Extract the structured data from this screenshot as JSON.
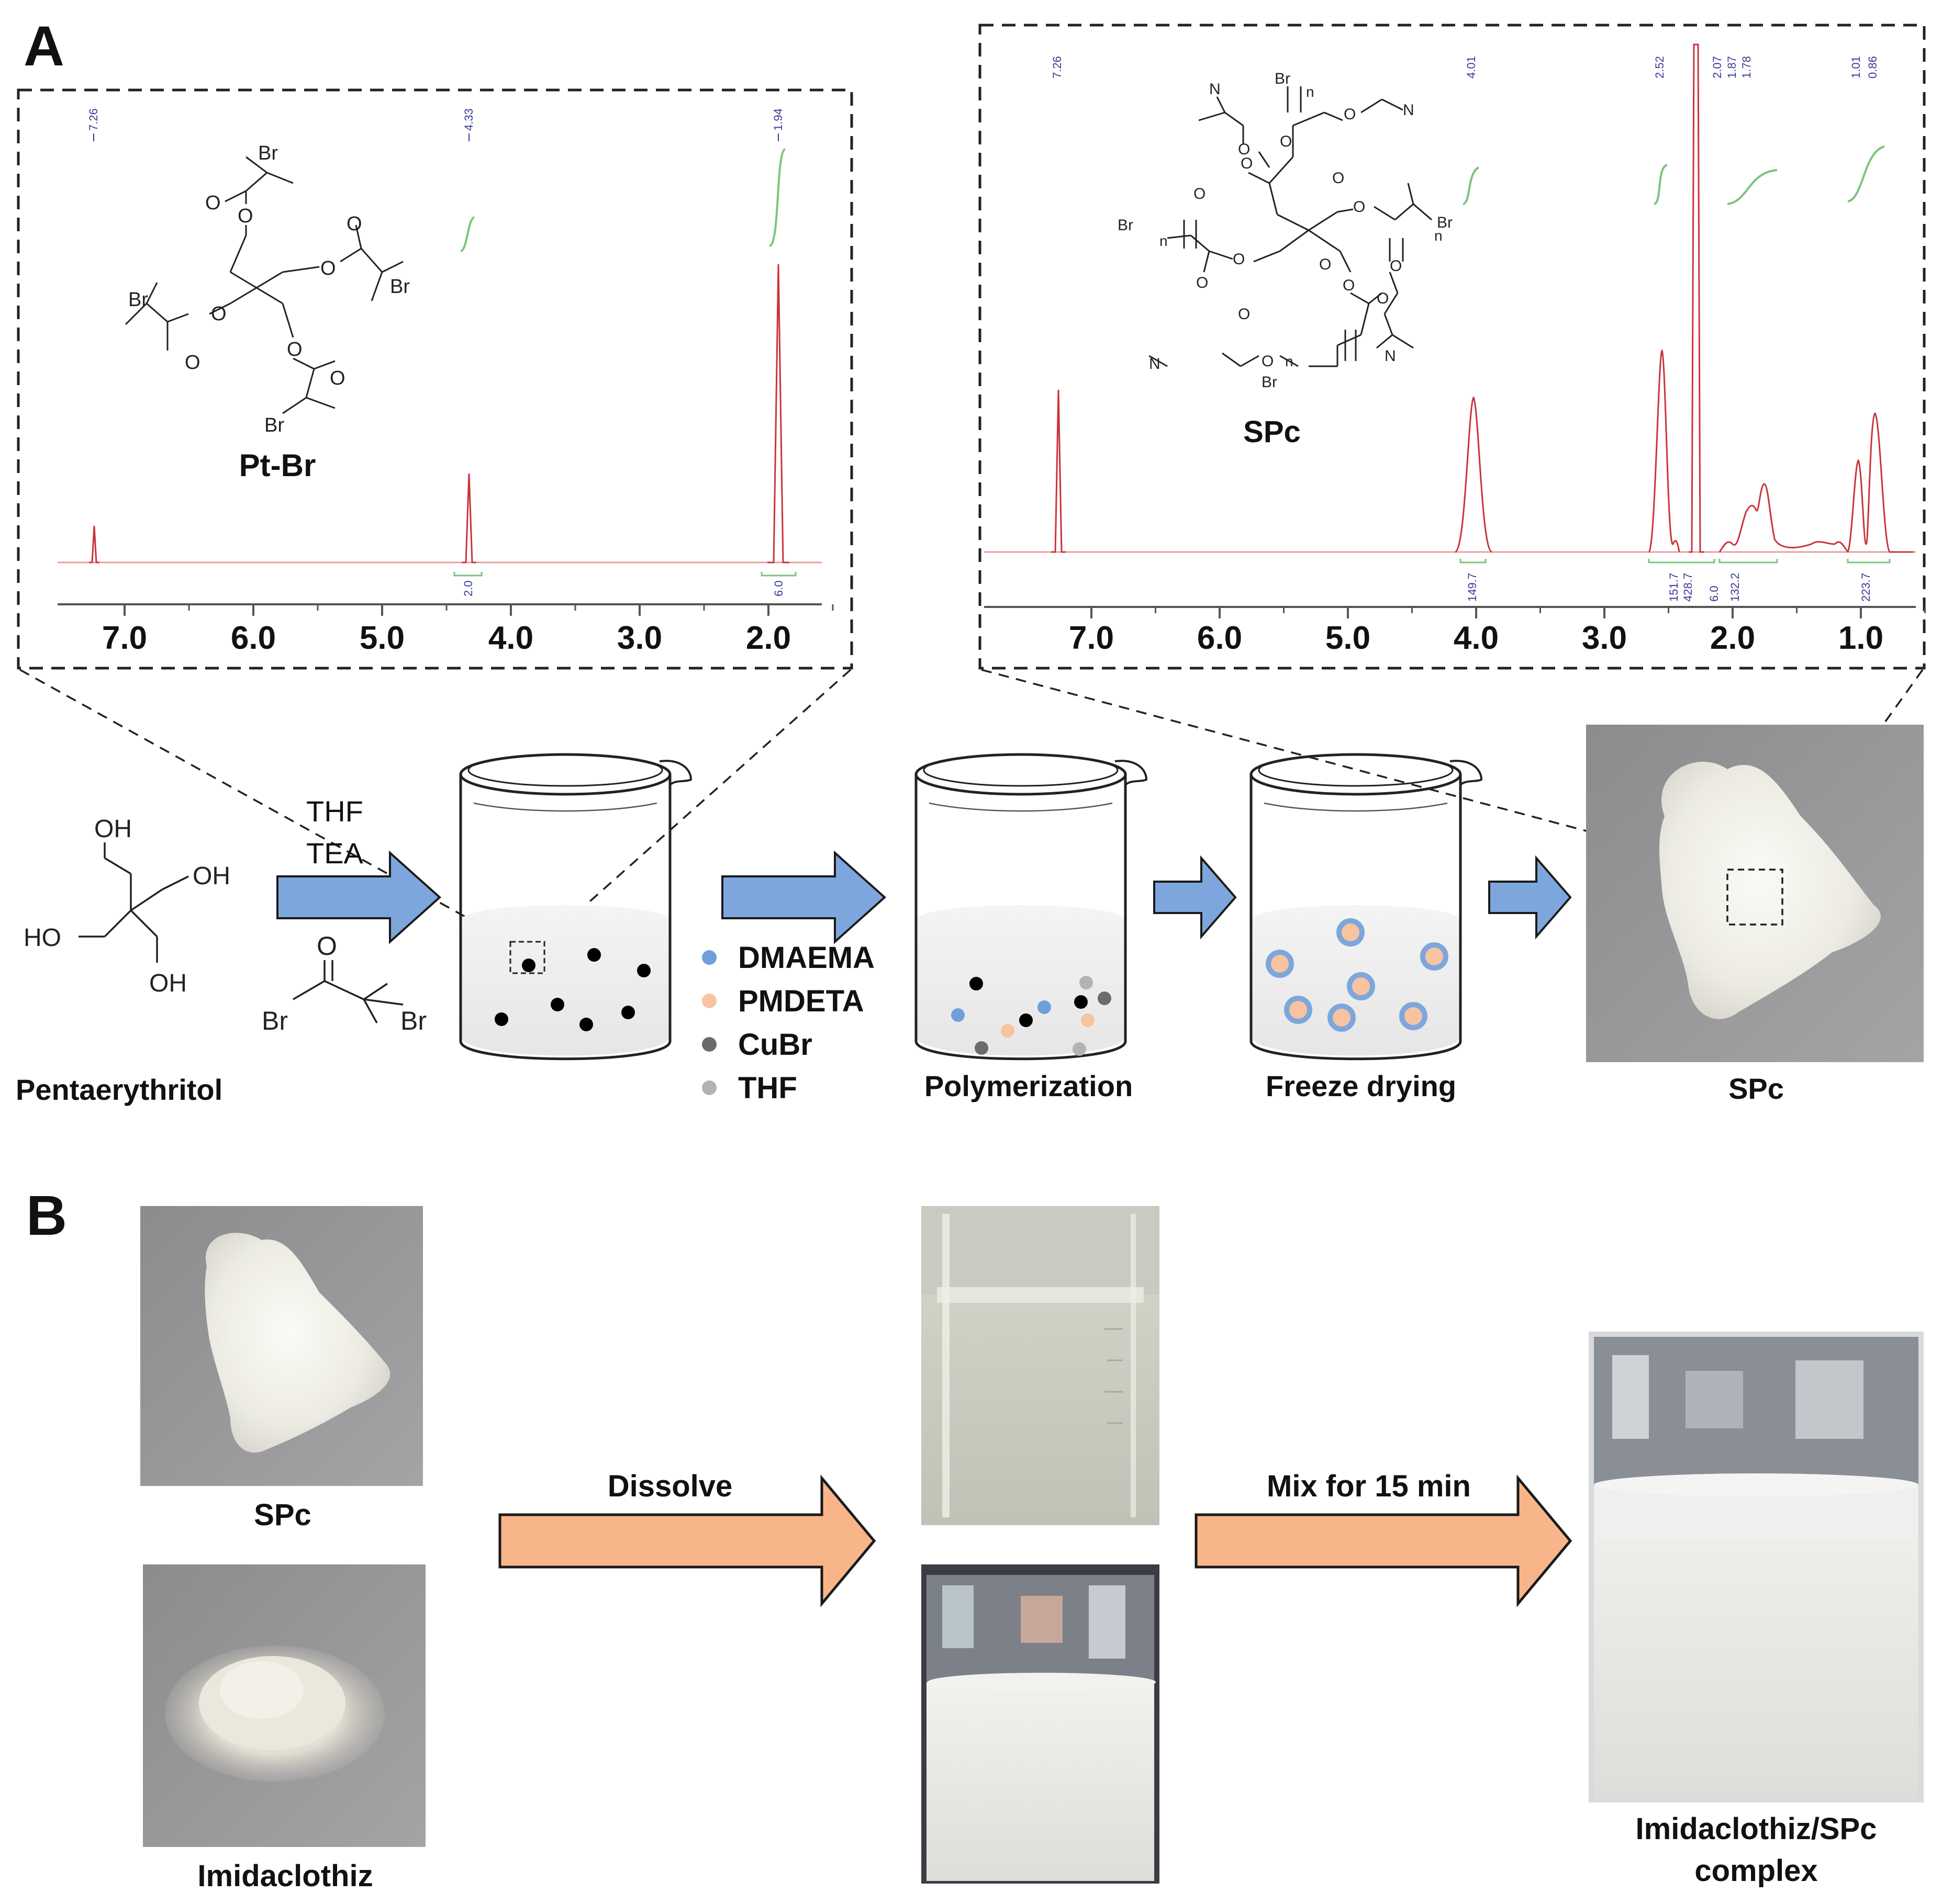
{
  "panels": {
    "a_label": "A",
    "b_label": "B"
  },
  "nmr_left": {
    "compound": "Pt-Br",
    "axis_ticks": [
      "7.0",
      "6.0",
      "5.0",
      "4.0",
      "3.0",
      "2.0"
    ],
    "peak_labels": [
      "7.26",
      "4.33",
      "1.94"
    ],
    "integrations": [
      "2.0",
      "6.0"
    ]
  },
  "nmr_right": {
    "compound": "SPc",
    "axis_ticks": [
      "7.0",
      "6.0",
      "5.0",
      "4.0",
      "3.0",
      "2.0",
      "1.0"
    ],
    "peak_labels": [
      "7.26",
      "4.01",
      "2.52",
      "2.07",
      "1.87",
      "1.78",
      "1.01",
      "0.86"
    ],
    "integrations": [
      "149.7",
      "151.7",
      "428.7",
      "6.0",
      "132.2",
      "223.7"
    ]
  },
  "scheme": {
    "reagent_1": "THF",
    "reagent_2": "TEA",
    "pentaerythritol": "Pentaerythritol",
    "legend": [
      {
        "name": "DMAEMA",
        "color": "#6f9fd8"
      },
      {
        "name": "PMDETA",
        "color": "#f7c3a0"
      },
      {
        "name": "CuBr",
        "color": "#6b6b6b"
      },
      {
        "name": "THF",
        "color": "#b3b3b3"
      }
    ],
    "step_polymerization": "Polymerization",
    "step_freeze": "Freeze drying",
    "product": "SPc"
  },
  "chem_text": {
    "oh": "OH",
    "ho": "HO",
    "o": "O",
    "br": "Br",
    "n_sub": "n",
    "n_atom": "N"
  },
  "panel_b": {
    "spc_label": "SPc",
    "imid_label": "Imidaclothiz",
    "dissolve": "Dissolve",
    "mix": "Mix for 15 min",
    "complex_line1": "Imidaclothiz/SPc",
    "complex_line2": "complex"
  },
  "colors": {
    "blue_arrow": "#7da7dc",
    "orange_arrow": "#f8b58a",
    "nmr_red": "#c9343a",
    "integration_green": "#7cc47c"
  }
}
